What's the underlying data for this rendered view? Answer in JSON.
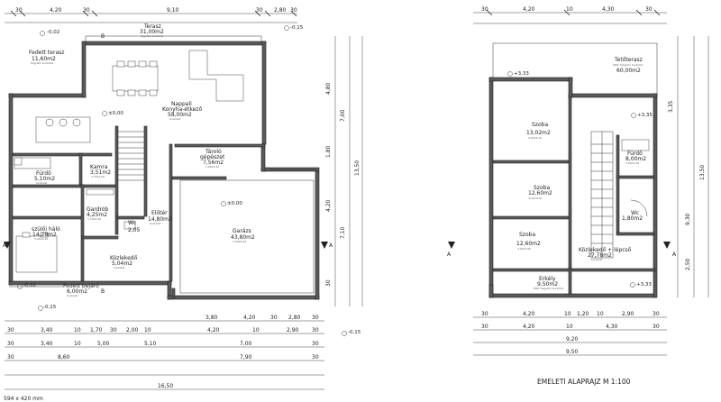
{
  "ground_floor": {
    "rooms": [
      {
        "id": "terasz",
        "name": "Terasz",
        "area": "31,00m2",
        "sub": "fagyálló burkolat"
      },
      {
        "id": "fedett-terasz",
        "name": "Fedett terasz",
        "area": "11,60m2",
        "sub": "fagyálló burkolat"
      },
      {
        "id": "nappali",
        "name": "Nappali",
        "name2": "Konyha-étkező",
        "area": "58,00m2",
        "sub": "burkolat"
      },
      {
        "id": "tarolo",
        "name": "Tároló",
        "name2": "gépészet",
        "area": "7,56m2",
        "sub": "1,80x4,20"
      },
      {
        "id": "kamra",
        "name": "Kamra",
        "area": "3,51m2",
        "sub": "1,75x2,00"
      },
      {
        "id": "furdo",
        "name": "Fürdő",
        "area": "5,10m2",
        "sub": "burkolat"
      },
      {
        "id": "gardrob",
        "name": "Gardrób",
        "area": "4,25m2",
        "sub": "1,70x2,50"
      },
      {
        "id": "haloszoba",
        "name": "szülői háló",
        "area": "14,28m2",
        "sub": "3,40x4,20"
      },
      {
        "id": "wc",
        "name": "Wc",
        "area": "2,05",
        "sub": ""
      },
      {
        "id": "eloter",
        "name": "Előtér",
        "area": "14,80m2",
        "sub": "burkolat"
      },
      {
        "id": "kozlekedo",
        "name": "Közlekedő",
        "area": "5,04m2",
        "sub": "burkolat"
      },
      {
        "id": "garazs",
        "name": "Garázs",
        "area": "43,80m2",
        "sub": "7,00x6,20"
      },
      {
        "id": "fedett-bejaro",
        "name": "Fedett bejáró",
        "area": "6,00m2",
        "sub": "burkolat"
      }
    ],
    "top_dims": [
      "30",
      "4,20",
      "30",
      "9,10",
      "30",
      "2,80",
      "30"
    ],
    "bottom_dims_row1": [
      "3,80",
      "4,20",
      "30",
      "2,80",
      "30"
    ],
    "bottom_dims_row2": [
      "30",
      "3,40",
      "10",
      "1,70",
      "30",
      "2,00",
      "10",
      "4,20",
      "10",
      "2,90",
      "30"
    ],
    "bottom_dims_row3": [
      "30",
      "3,40",
      "10",
      "5,00",
      "5,10",
      "7,00",
      "30"
    ],
    "bottom_dims_row4": [
      "30",
      "8,60",
      "7,90",
      "30"
    ],
    "bottom_dims_row5": [
      "16,50"
    ],
    "right_dims": [
      "4,80",
      "7,00",
      "1,80",
      "4,20",
      "13,50",
      "7,10",
      "30"
    ],
    "levels": [
      "-0,02",
      "-0,15",
      "±0,00",
      "±0,00",
      "-0,02",
      "-0,15",
      "-0,15"
    ],
    "sheet_size": "594 x 420 mm",
    "section_markers": [
      "A",
      "A",
      "B",
      "B"
    ]
  },
  "upper_floor": {
    "title": "EMELETI ALAPRAJZ  M 1:100",
    "rooms": [
      {
        "id": "tetoterasz",
        "name": "Tetőterasz",
        "area": "60,00m2",
        "sub": "WPC fagyálló burkolat"
      },
      {
        "id": "szoba1",
        "name": "Szoba",
        "area": "13,02m2",
        "sub": "4,20x3,10"
      },
      {
        "id": "furdo",
        "name": "Fürdő",
        "area": "8,00m2",
        "sub": "3,20x2,50"
      },
      {
        "id": "szoba2",
        "name": "Szoba",
        "area": "12,60m2",
        "sub": "4,20x3,00"
      },
      {
        "id": "wc",
        "name": "Wc",
        "area": "1,80m2",
        "sub": ""
      },
      {
        "id": "szoba3",
        "name": "Szoba",
        "area": "12,60m2",
        "sub": "4,20x3,00"
      },
      {
        "id": "lepcso",
        "name": "Közlekedő + lépcső",
        "area": "27,78m2",
        "sub": "burkolat"
      },
      {
        "id": "erkely",
        "name": "Erkély",
        "area": "9,50m2",
        "sub": "WPC fagyálló burkolat"
      }
    ],
    "top_dims": [
      "30",
      "4,20",
      "10",
      "4,30",
      "30"
    ],
    "bottom_dims_row1": [
      "30",
      "4,20",
      "10",
      "1,20",
      "10",
      "2,90",
      "30"
    ],
    "bottom_dims_row2": [
      "30",
      "4,20",
      "10",
      "4,30",
      "30"
    ],
    "bottom_dims_row3": [
      "9,20"
    ],
    "bottom_dims_row4": [
      "9,50"
    ],
    "levels": [
      "+3,33",
      "+3,35",
      "+3,33"
    ],
    "right_dims": [
      "3,35",
      "13,50",
      "9,30",
      "2,50"
    ]
  }
}
